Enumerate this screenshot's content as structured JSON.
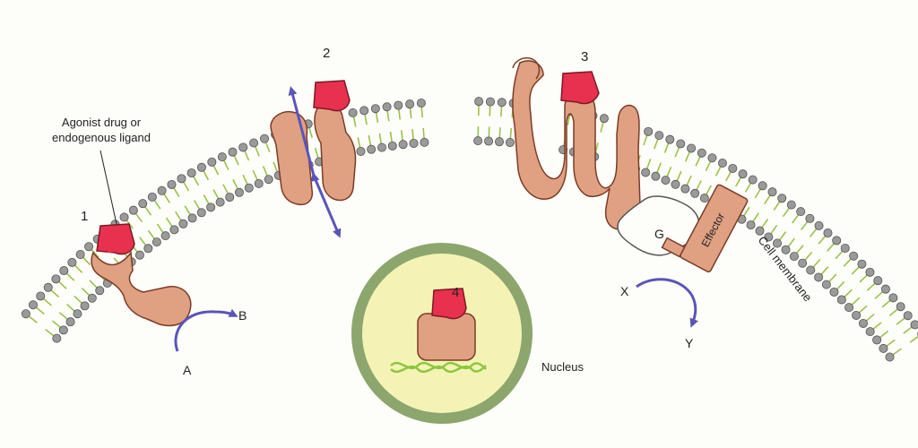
{
  "labels": {
    "site1": "1",
    "site2": "2",
    "site3": "3",
    "site4": "4",
    "ligand_callout": [
      "Agonist drug or",
      "endogenous ligand"
    ],
    "a": "A",
    "b": "B",
    "x": "X",
    "y": "Y",
    "g_protein": "G",
    "effector": "Effector",
    "cell_membrane": "Cell membrane",
    "nucleus": "Nucleus"
  },
  "colors": {
    "receptor": "#e0a183",
    "receptor_outline": "#7a3c27",
    "ligand": "#e8314f",
    "lipid_head": "#9a9a9a",
    "lipid_tail": "#9bc24a",
    "arrow": "#5a55b8",
    "nucleus_outer": "#8ca66e",
    "nucleus_inner": "#f4f3b5",
    "dna": "#8cc63f"
  }
}
